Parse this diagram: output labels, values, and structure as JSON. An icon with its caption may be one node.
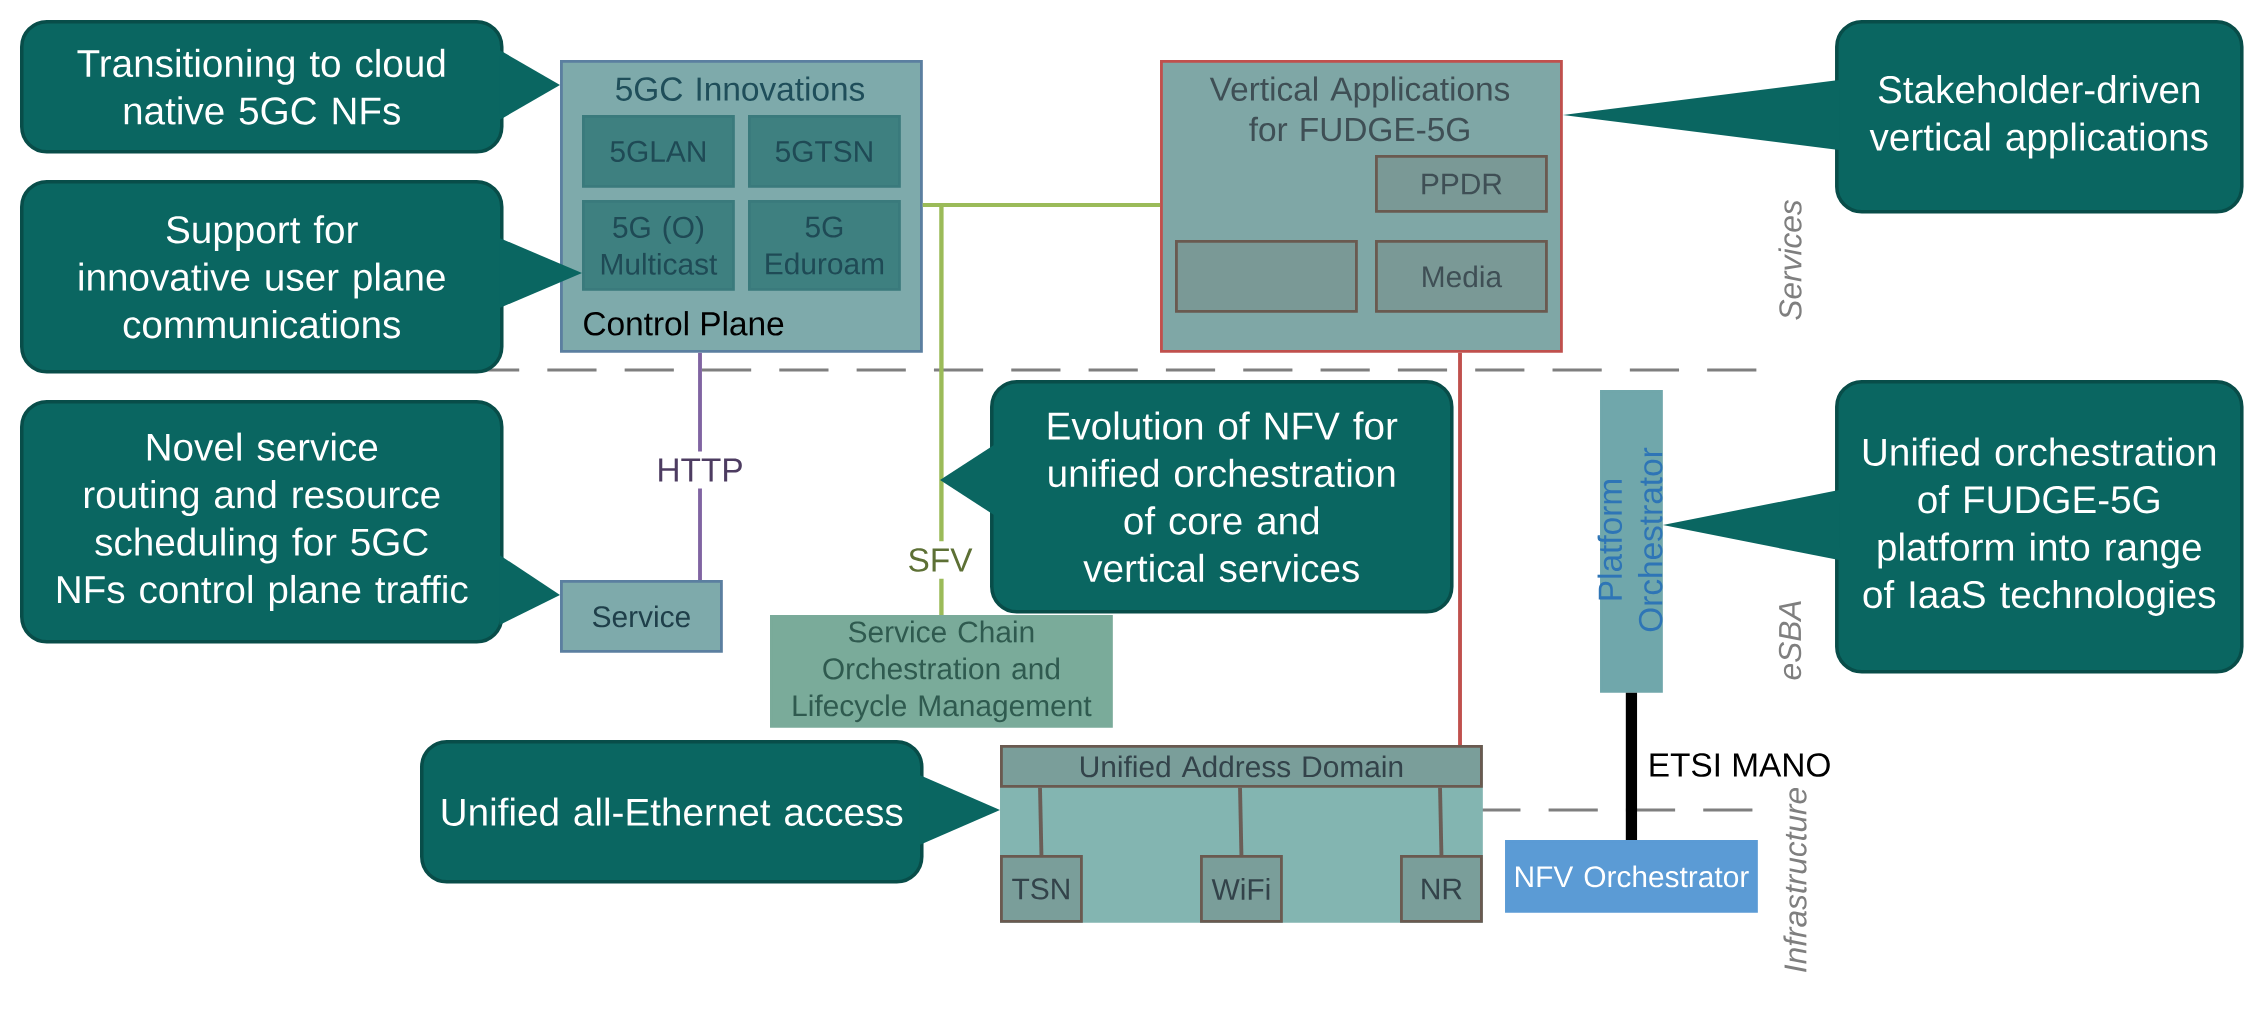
{
  "diagram": {
    "nodes": [
      {
        "text": [
          "5GC Innovations",
          "Control Plane"
        ]
      },
      {
        "text": [
          "5GLAN"
        ],
        "in": 0
      },
      {
        "text": [
          "5GTSN"
        ],
        "in": 0
      },
      {
        "text": [
          "5G (O) Multicast"
        ],
        "in": 0
      },
      {
        "text": [
          "5G Eduroam"
        ],
        "in": 0
      },
      {
        "text": [
          "Vertical Applications for FUDGE-5G"
        ]
      },
      {
        "text": [
          "PPDR"
        ],
        "in": 5
      },
      {
        "text": [],
        "shape": "box",
        "in": 5
      },
      {
        "text": [
          "Media"
        ],
        "in": 5
      },
      {
        "text": [
          "Service Chain Orchestration and Lifecycle Management"
        ]
      },
      {
        "text": [
          "Service"
        ]
      },
      {
        "text": [
          "Platform Orchestrator"
        ]
      },
      {
        "text": [],
        "shape": "box"
      },
      {
        "text": [
          "Unified Address Domain"
        ],
        "in": 12
      },
      {
        "text": [
          "TSN"
        ],
        "in": 12
      },
      {
        "text": [
          "WiFi"
        ],
        "in": 12
      },
      {
        "text": [
          "NR"
        ],
        "in": 12
      },
      {
        "text": [
          "NFV Orchestrator"
        ]
      },
      {
        "text": [
          "Transitioning to cloud native 5GC NFs"
        ]
      },
      {
        "text": [
          "Stakeholder-driven vertical applications"
        ]
      },
      {
        "text": [
          "Evolution of NFV for unified orchestration of core and vertical services"
        ]
      },
      {
        "text": [
          "Support for innovative user plane communications"
        ]
      },
      {
        "text": [
          "Unified orchestration of FUDGE-5G platform into range of IaaS technologies"
        ]
      },
      {
        "text": [
          "Unified all-Ethernet access"
        ]
      },
      {
        "text": [
          "Novel service routing and resource scheduling for 5GC NFs control plane traffic"
        ]
      }
    ],
    "edges": [
      {
        "from": 0,
        "to": 5,
        "arrow": "none",
        "color": "#9bbb59"
      },
      {
        "from": 0,
        "to": 9,
        "arrow": "none",
        "color": "#9bbb59",
        "label": "SFV"
      },
      {
        "from": 5,
        "to": 9,
        "arrow": "none",
        "color": "#9bbb59"
      },
      {
        "from": 0,
        "to": 10,
        "arrow": "none",
        "color": "#8064a2",
        "label": "HTTP"
      },
      {
        "from": 5,
        "to": 13,
        "arrow": "none",
        "color": "#c0504d"
      },
      {
        "from": 13,
        "to": 14,
        "arrow": "none",
        "color": "#6b5e57"
      },
      {
        "from": 13,
        "to": 15,
        "arrow": "none",
        "color": "#6b5e57"
      },
      {
        "from": 13,
        "to": 16,
        "arrow": "none",
        "color": "#6b5e57"
      },
      {
        "from": 11,
        "to": 17,
        "arrow": "none",
        "style": "thick",
        "color": "#000000",
        "label": "ETSI MANO"
      },
      {
        "from": 18,
        "to": 0,
        "arrow": "to"
      },
      {
        "from": 19,
        "to": 5,
        "arrow": "to"
      },
      {
        "from": 20,
        "to": null,
        "arrow": "to"
      },
      {
        "from": 21,
        "to": 3,
        "arrow": "to"
      },
      {
        "from": 22,
        "to": 11,
        "arrow": "to"
      },
      {
        "from": 23,
        "to": 12,
        "arrow": "to"
      },
      {
        "from": 24,
        "to": 10,
        "arrow": "to"
      }
    ],
    "labels": [
      "Services",
      "eSBA",
      "Infrastructure"
    ]
  }
}
